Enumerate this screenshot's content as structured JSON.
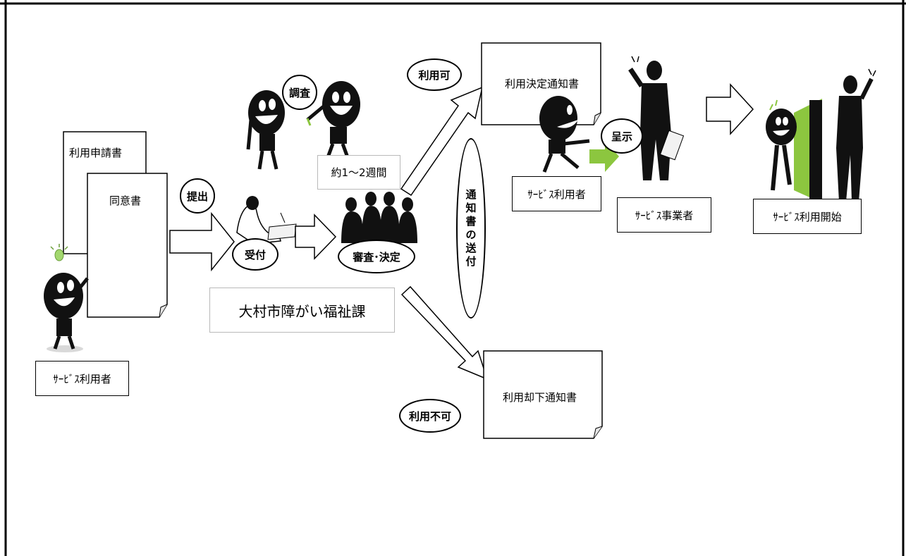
{
  "documents": {
    "application_form": "利用申請書",
    "consent_form": "同意書",
    "decision_notice": "利用決定通知書",
    "rejection_notice": "利用却下通知書"
  },
  "labels": {
    "user_left": "ｻｰﾋﾞｽ利用者",
    "user_mid": "ｻｰﾋﾞｽ利用者",
    "provider": "ｻｰﾋﾞｽ事業者",
    "service_start": "ｻｰﾋﾞｽ利用開始",
    "department": "大村市障がい福祉課",
    "duration": "約1～2週間"
  },
  "ovals": {
    "submit": "提出",
    "investigation": "調査",
    "reception": "受付",
    "review_decision": "審査･決定",
    "available": "利用可",
    "unavailable": "利用不可",
    "present": "呈示",
    "notice_sending": [
      "通",
      "知",
      "書",
      "の",
      "送",
      "付"
    ]
  },
  "colors": {
    "accent_green": "#8cc63f",
    "bulb_green": "#a3d76f"
  }
}
